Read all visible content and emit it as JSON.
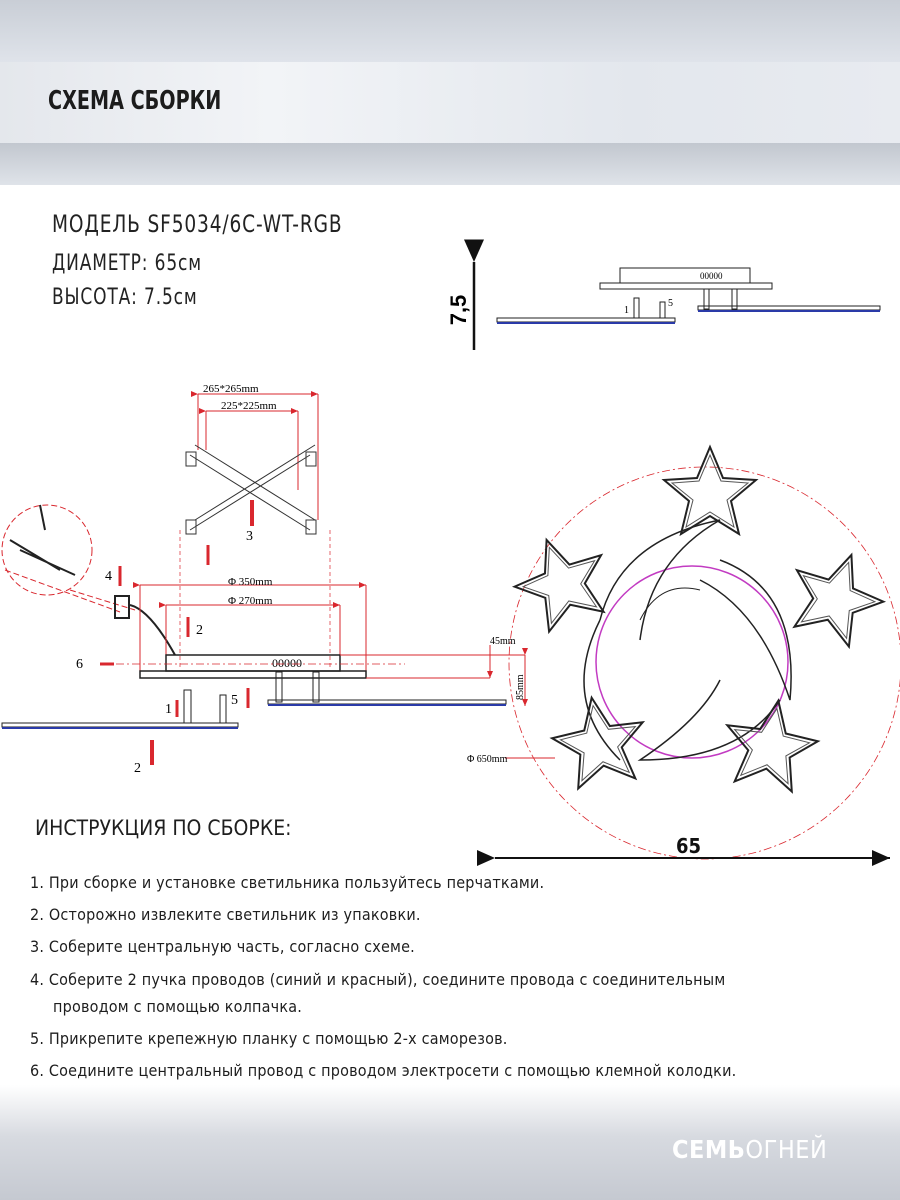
{
  "header": {
    "title": "СХЕМА СБОРКИ"
  },
  "specs": {
    "model": "МОДЕЛЬ SF5034/6C-WT-RGB",
    "diameter": "ДИАМЕТР: 65см",
    "height": "ВЫСОТА: 7.5см"
  },
  "diagram": {
    "height_dim": "7,5",
    "width_dim": "65",
    "labels": {
      "bracket_outer": "265*265mm",
      "bracket_inner": "225*225mm",
      "d350": "Φ 350mm",
      "d270": "Φ 270mm",
      "h45": "45mm",
      "h85": "85mm",
      "d650": "Φ 650mm",
      "led_code": "00000",
      "step1": "1",
      "step2": "2",
      "step3": "3",
      "step4": "4",
      "step5": "5",
      "step6": "6"
    },
    "colors": {
      "dim": "#d9272e",
      "line": "#222222",
      "blue": "#2a3aa8",
      "magenta": "#c23bc2"
    }
  },
  "instructions": {
    "title": "ИНСТРУКЦИЯ ПО СБОРКЕ:",
    "items": [
      "1. При сборке и установке светильника пользуйтесь перчатками.",
      "2. Осторожно извлеките светильник из упаковки.",
      "3. Соберите центральную часть, согласно схеме.",
      "4. Соберите 2 пучка проводов (синий и красный), соедините провода с соединительным",
      "проводом с помощью колпачка.",
      "5. Прикрепите крепежную планку с помощью 2-х саморезов.",
      "6. Соедините центральный провод с проводом электросети с помощью клемной колодки."
    ]
  },
  "footer": {
    "logo_bold": "СЕМЬ",
    "logo_light": "ОГНЕЙ"
  }
}
